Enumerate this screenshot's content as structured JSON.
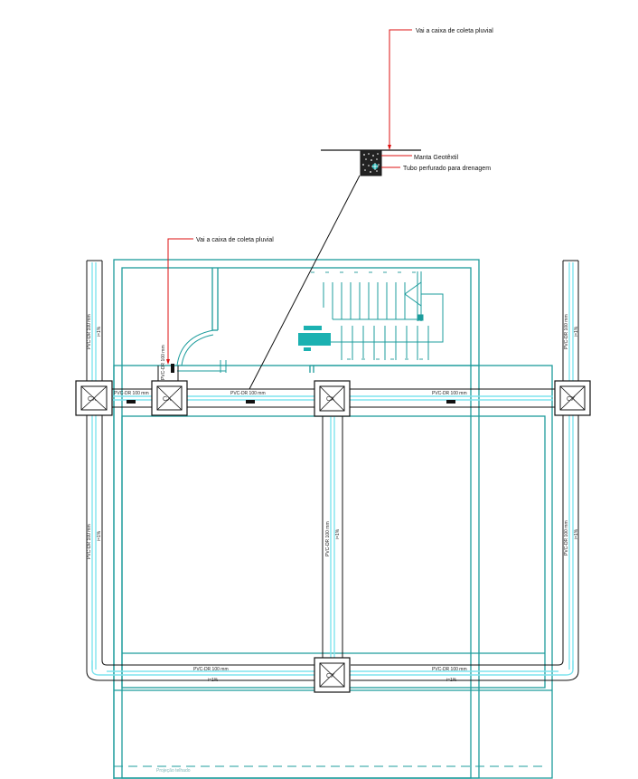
{
  "colors": {
    "wall": "#1c9c9c",
    "pipe": "#7fe3ee",
    "line": "#111111",
    "leader": "#dd1111",
    "tube_fill": "#1bb1b1"
  },
  "labels": {
    "note_top": "Vai a caixa de coleta pluvial",
    "note_mid": "Vai a caixa de coleta pluvial",
    "manta": "Manta Geotêxtil",
    "tubo": "Tubo perfurado para drenagem",
    "box": "CX",
    "pipe": "PVC-DR  100 mm",
    "pipe_v_left": "PVC-DR  100 mm",
    "pipe_v_right": "PVC-DR  100 mm",
    "pipe_v_mid": "PVC-DR  100 mm",
    "pipe_stub": "PVC-DR  100 mm",
    "slope": "i=1%",
    "bottom_faint": "Projeção telhado"
  }
}
